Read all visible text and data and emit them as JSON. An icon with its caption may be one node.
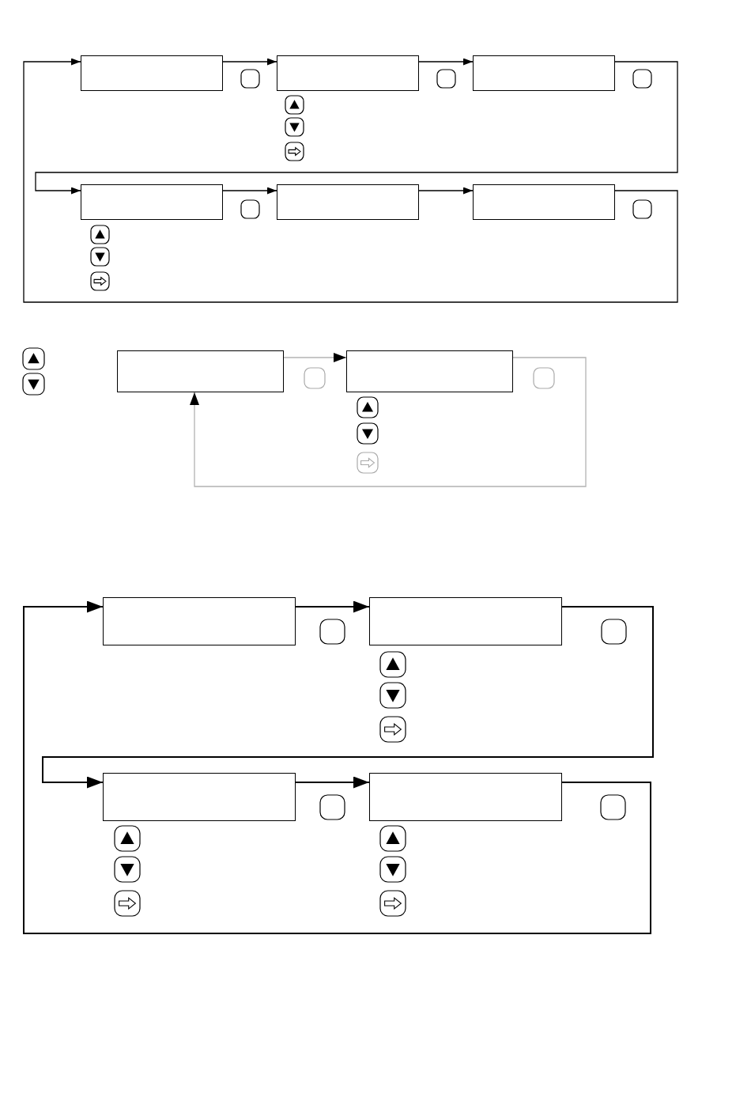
{
  "diagram": {
    "nodes": [
      {
        "text": [],
        "shape": "box"
      },
      {
        "text": [],
        "shape": "box"
      },
      {
        "text": [],
        "shape": "box"
      },
      {
        "text": [],
        "shape": "box"
      },
      {
        "text": [],
        "shape": "box"
      },
      {
        "text": [],
        "shape": "box"
      },
      {
        "text": [],
        "shape": "box"
      },
      {
        "text": [],
        "shape": "box"
      },
      {
        "text": [],
        "shape": "box"
      },
      {
        "text": [],
        "shape": "box"
      },
      {
        "text": [],
        "shape": "box"
      },
      {
        "text": [],
        "shape": "box"
      }
    ],
    "edges": [
      {
        "from": 0,
        "to": 1,
        "arrow": "to"
      },
      {
        "from": 1,
        "to": 2,
        "arrow": "to"
      },
      {
        "from": 2,
        "to": 3,
        "arrow": "to"
      },
      {
        "from": 3,
        "to": 4,
        "arrow": "to"
      },
      {
        "from": 4,
        "to": 5,
        "arrow": "to"
      },
      {
        "from": 5,
        "to": 0,
        "arrow": "to"
      },
      {
        "from": 6,
        "to": 7,
        "arrow": "to",
        "color": "#b3b3b3"
      },
      {
        "from": 7,
        "to": 6,
        "arrow": "to",
        "color": "#b3b3b3"
      },
      {
        "from": 8,
        "to": 9,
        "arrow": "to"
      },
      {
        "from": 9,
        "to": 10,
        "arrow": "to"
      },
      {
        "from": 10,
        "to": 11,
        "arrow": "to"
      },
      {
        "from": 11,
        "to": 8,
        "arrow": "to"
      }
    ]
  }
}
